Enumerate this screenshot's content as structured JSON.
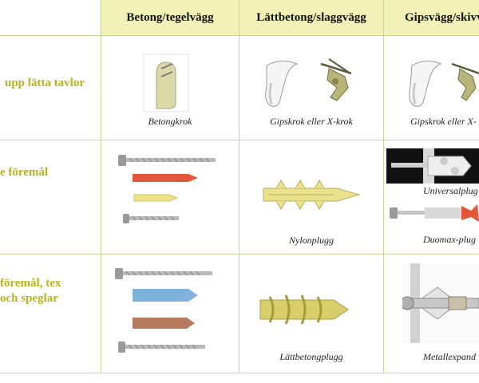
{
  "columns": [
    "Betong/tegelvägg",
    "Lättbetong/slaggvägg",
    "Gipsvägg/skivv"
  ],
  "rows": [
    {
      "label_lines": [
        "upp lätta tavlor"
      ],
      "cells": [
        {
          "captions": [
            "Betongkrok"
          ]
        },
        {
          "captions": [
            "Gipskrok eller X-krok"
          ]
        },
        {
          "captions": [
            "Gipskrok eller X-"
          ]
        }
      ]
    },
    {
      "label_lines": [
        "e föremål"
      ],
      "cells": [
        {
          "captions": []
        },
        {
          "captions": [
            "Nylonplugg"
          ]
        },
        {
          "captions": [
            "Universalplug",
            "Duomax-plug"
          ]
        }
      ]
    },
    {
      "label_lines": [
        "föremål, tex",
        "och speglar"
      ],
      "cells": [
        {
          "captions": []
        },
        {
          "captions": [
            "Lättbetongplugg"
          ]
        },
        {
          "captions": [
            "Metallexpand"
          ]
        }
      ]
    }
  ],
  "colors": {
    "header_bg": "#f2f2b8",
    "row_label": "#b8b414",
    "grid": "#c9d49a",
    "plug_red": "#e2573a",
    "plug_yellow": "#ede38a",
    "plug_blue": "#7fb3de",
    "plug_brown": "#b67a5e",
    "plug_olive": "#d8cf6a"
  }
}
